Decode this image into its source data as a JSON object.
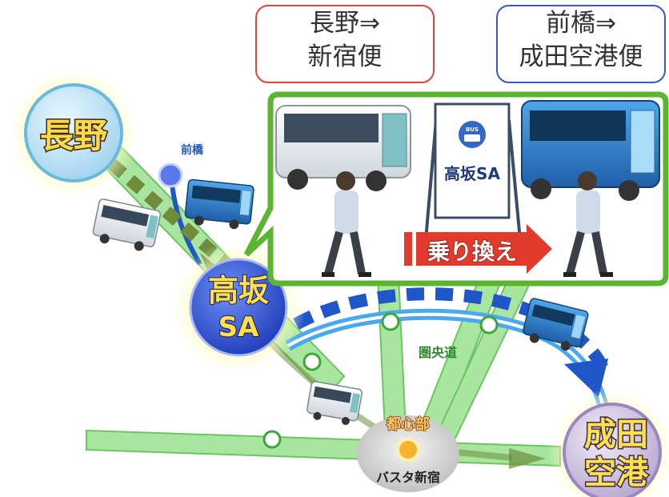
{
  "routes": {
    "nagano_shinjuku": [
      "長野⇒",
      "新宿便"
    ],
    "maebashi_narita": [
      "前橋⇒",
      "成田空港便"
    ]
  },
  "stations": {
    "nagano": "長野",
    "maebashi": "前橋",
    "takasaka": [
      "高坂",
      "SA"
    ],
    "narita": [
      "成田",
      "空港"
    ],
    "toshinbu": "都心部",
    "busta": "バスタ新宿"
  },
  "roads": {
    "ken_o_do": "圏央道"
  },
  "transfer_panel": {
    "bus_stop_top": "BUS",
    "bus_stop_name": "高坂SA",
    "transfer_label": "乗り換え"
  },
  "colors": {
    "nagano_route": "#e8413c",
    "maebashi_route": "#3a57c8",
    "expressway": "#a8e6a0",
    "ken_o_do": "#4aa8ee",
    "panel_border": "#5cb531",
    "arrow": "#6e8c3c"
  }
}
